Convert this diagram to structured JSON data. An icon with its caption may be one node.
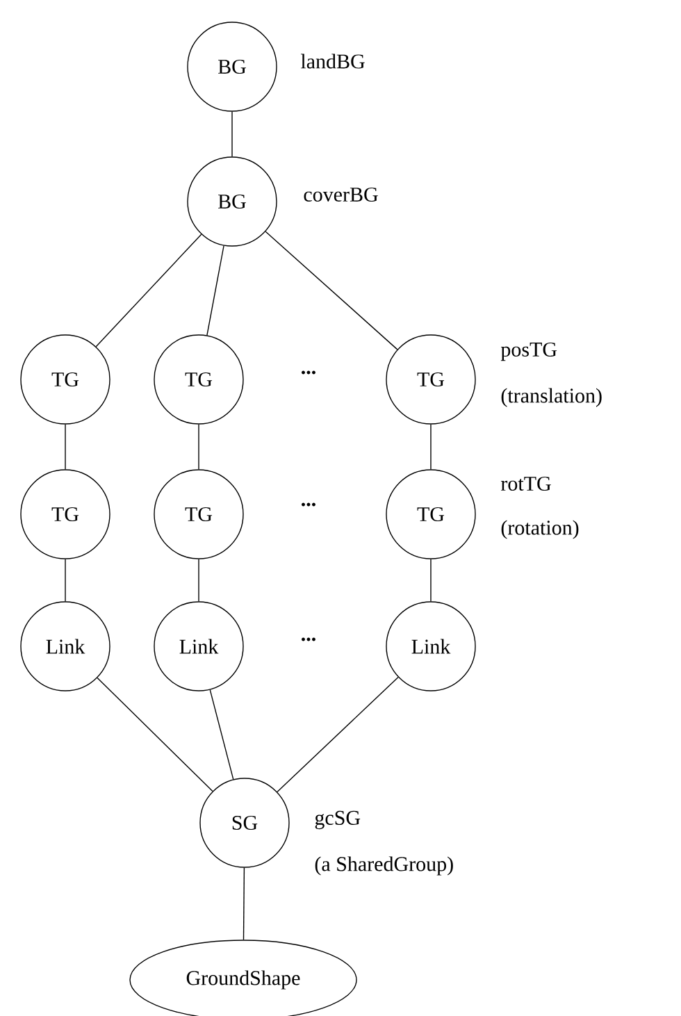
{
  "diagram": {
    "nodes": [
      {
        "text": [
          "BG"
        ],
        "beside": [
          "landBG"
        ]
      },
      {
        "text": [
          "BG"
        ],
        "beside": [
          "coverBG"
        ]
      },
      {
        "text": [
          "TG"
        ]
      },
      {
        "text": [
          "TG"
        ]
      },
      {
        "text": [
          "TG"
        ],
        "beside": [
          "posTG",
          "(translation)"
        ]
      },
      {
        "text": [
          "TG"
        ]
      },
      {
        "text": [
          "TG"
        ]
      },
      {
        "text": [
          "TG"
        ],
        "beside": [
          "rotTG",
          "(rotation)"
        ]
      },
      {
        "text": [
          "Link"
        ]
      },
      {
        "text": [
          "Link"
        ]
      },
      {
        "text": [
          "Link"
        ]
      },
      {
        "text": [
          "SG"
        ],
        "beside": [
          "gcSG",
          "(a SharedGroup)"
        ]
      },
      {
        "text": [
          "GroundShape"
        ]
      }
    ],
    "edges": [
      {
        "from": 0,
        "to": 1,
        "arrow": "none"
      },
      {
        "from": 1,
        "to": 2,
        "arrow": "none"
      },
      {
        "from": 1,
        "to": 3,
        "arrow": "none"
      },
      {
        "from": 1,
        "to": 4,
        "arrow": "none"
      },
      {
        "from": 2,
        "to": 5,
        "arrow": "none"
      },
      {
        "from": 3,
        "to": 6,
        "arrow": "none"
      },
      {
        "from": 4,
        "to": 7,
        "arrow": "none"
      },
      {
        "from": 5,
        "to": 8,
        "arrow": "none"
      },
      {
        "from": 6,
        "to": 9,
        "arrow": "none"
      },
      {
        "from": 7,
        "to": 10,
        "arrow": "none"
      },
      {
        "from": 8,
        "to": 11,
        "arrow": "none"
      },
      {
        "from": 9,
        "to": 11,
        "arrow": "none"
      },
      {
        "from": 10,
        "to": 11,
        "arrow": "none"
      },
      {
        "from": 11,
        "to": 12,
        "arrow": "none"
      }
    ],
    "labels": [
      "...",
      "...",
      "..."
    ]
  }
}
